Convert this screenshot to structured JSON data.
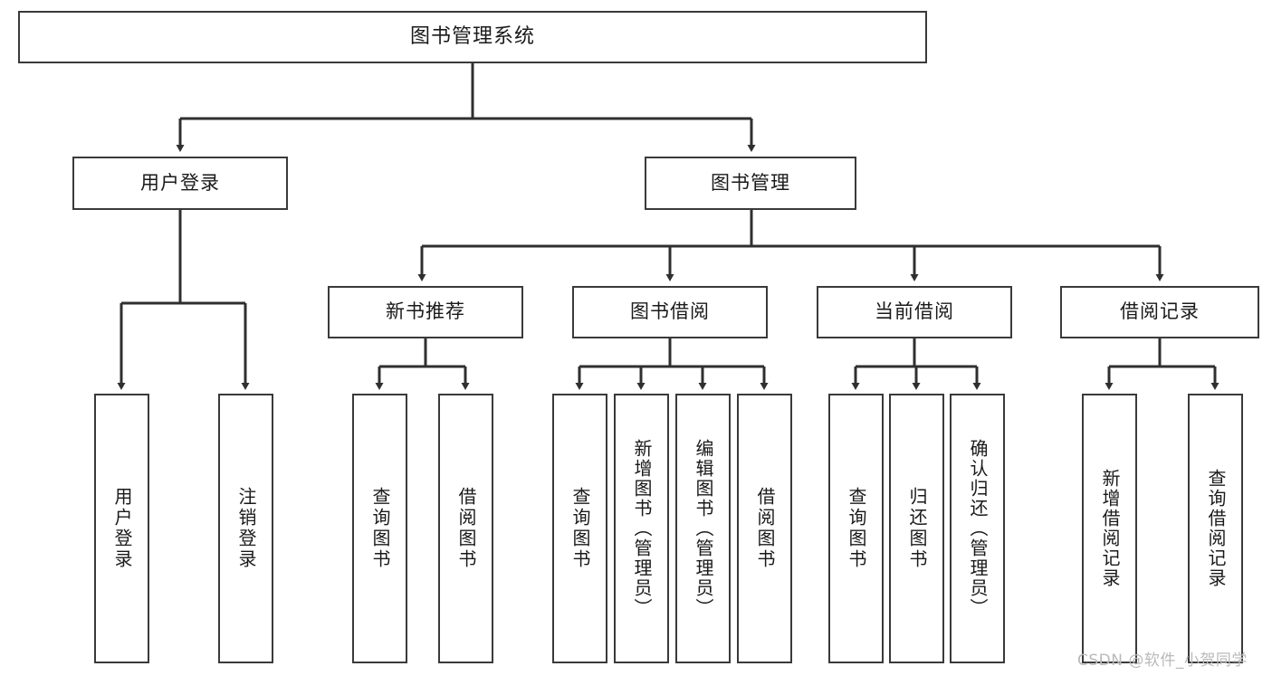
{
  "diagram": {
    "type": "tree-hierarchy",
    "title": "图书管理系统",
    "watermark": "CSDN @软件_小贺同学",
    "colors": {
      "border": "#3a3a3a",
      "background": "#ffffff",
      "text": "#1a1a1a",
      "watermark": "#b9b9b9"
    },
    "nodes": {
      "root": "图书管理系统",
      "level1": [
        "用户登录",
        "图书管理"
      ],
      "level2": [
        "新书推荐",
        "图书借阅",
        "当前借阅",
        "借阅记录"
      ],
      "leaves": {
        "user_login": [
          "用户登录",
          "注销登录"
        ],
        "new_book": [
          "查询图书",
          "借阅图书"
        ],
        "borrow_book": [
          "查询图书",
          "新增图书（管理员）",
          "编辑图书（管理员）",
          "借阅图书"
        ],
        "current_borrow": [
          "查询图书",
          "归还图书",
          "确认归还（管理员）"
        ],
        "borrow_record": [
          "新增借阅记录",
          "查询借阅记录"
        ]
      }
    },
    "edges": [
      {
        "from": "图书管理系统",
        "to": "用户登录"
      },
      {
        "from": "图书管理系统",
        "to": "图书管理"
      },
      {
        "from": "用户登录",
        "to": "用户登录"
      },
      {
        "from": "用户登录",
        "to": "注销登录"
      },
      {
        "from": "图书管理",
        "to": "新书推荐"
      },
      {
        "from": "图书管理",
        "to": "图书借阅"
      },
      {
        "from": "图书管理",
        "to": "当前借阅"
      },
      {
        "from": "图书管理",
        "to": "借阅记录"
      },
      {
        "from": "新书推荐",
        "to": "查询图书"
      },
      {
        "from": "新书推荐",
        "to": "借阅图书"
      },
      {
        "from": "图书借阅",
        "to": "查询图书"
      },
      {
        "from": "图书借阅",
        "to": "新增图书（管理员）"
      },
      {
        "from": "图书借阅",
        "to": "编辑图书（管理员）"
      },
      {
        "from": "图书借阅",
        "to": "借阅图书"
      },
      {
        "from": "当前借阅",
        "to": "查询图书"
      },
      {
        "from": "当前借阅",
        "to": "归还图书"
      },
      {
        "from": "当前借阅",
        "to": "确认归还（管理员）"
      },
      {
        "from": "借阅记录",
        "to": "新增借阅记录"
      },
      {
        "from": "借阅记录",
        "to": "查询借阅记录"
      }
    ]
  }
}
